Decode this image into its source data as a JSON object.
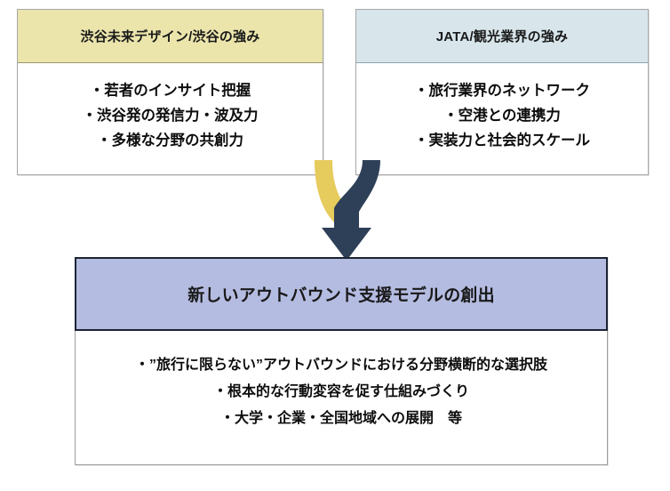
{
  "diagram": {
    "title_hidden": "",
    "colors": {
      "shibuya_header": "#EBE5AC",
      "jata_header": "#D8E6EB",
      "outcome_header": "#B5BCE1",
      "arrow_yellow": "#E6CB5D",
      "arrow_navy": "#2E4057",
      "box_border": "#A6A6A6",
      "outcome_border": "#1C2433",
      "text": "#0D0D0D"
    },
    "boxes": {
      "shibuya": {
        "header": "渋谷未来デザイン/渋谷の強み",
        "lines": [
          "・若者のインサイト把握",
          "・渋谷発の発信力・波及力",
          "・多様な分野の共創力"
        ]
      },
      "jata": {
        "header": "JATA/観光業界の強み",
        "lines": [
          "・旅行業界のネットワーク",
          "・空港との連携力",
          "・実装力と社会的スケール"
        ]
      },
      "outcome": {
        "header": "新しいアウトバウンド支援モデルの創出",
        "lines": [
          "・”旅行に限らない”アウトバウンドにおける分野横断的な選択肢",
          "・根本的な行動変容を促す仕組みづくり",
          "・大学・企業・全国地域への展開　等"
        ]
      }
    },
    "arrows": {
      "left_arrow_name": "curved-arrow-yellow",
      "right_arrow_name": "curved-arrow-navy"
    }
  }
}
